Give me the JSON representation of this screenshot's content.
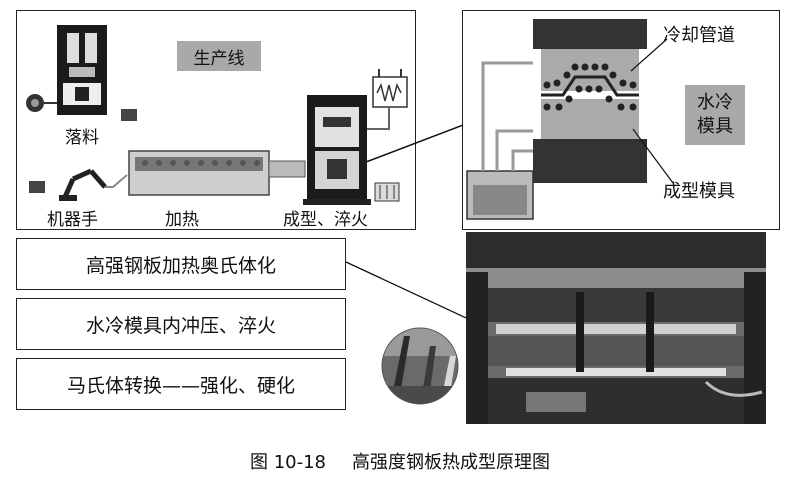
{
  "production_line": {
    "title": "生产线",
    "labels": {
      "blanking": "落料",
      "robot": "机器手",
      "heating": "加热",
      "forming": "成型、淬火"
    }
  },
  "die_detail": {
    "cooling_pipe": "冷却管道",
    "water_cooled_die": "水冷\n模具",
    "forming_die": "成型模具"
  },
  "process_steps": [
    "高强钢板加热奥氏体化",
    "水冷模具内冲压、淬火",
    "马氏体转换——强化、硬化"
  ],
  "caption": {
    "number": "图 10-18",
    "title": "高强度钢板热成型原理图"
  }
}
